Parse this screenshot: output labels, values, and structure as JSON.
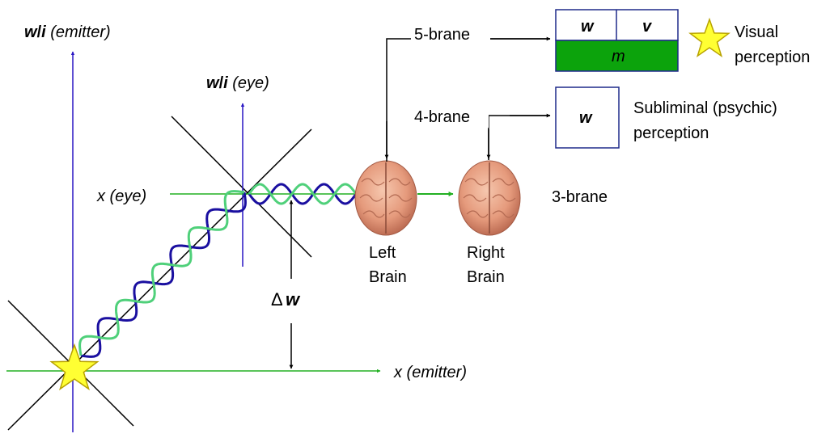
{
  "labels": {
    "w_emitter_w": "w",
    "w_emitter_i": "i",
    "w_emitter_rest": "(emitter)",
    "w_eye_w": "w",
    "w_eye_i": "i",
    "w_eye_rest": "(eye)",
    "x_eye": "x (eye)",
    "x_emitter": "x (emitter)",
    "delta": "Δ",
    "delta_w": "w",
    "brane5": "5-brane",
    "brane4": "4-brane",
    "brane3": "3-brane",
    "left_brain_1": "Left",
    "left_brain_2": "Brain",
    "right_brain_1": "Right",
    "right_brain_2": "Brain",
    "box5_w": "w",
    "box5_v": "v",
    "box5_m": "m",
    "box4_w": "w",
    "visual_1": "Visual",
    "visual_2": "perception",
    "sublim_1": "Subliminal (psychic)",
    "sublim_2": "perception"
  },
  "colors": {
    "axis_blue": "#2a17c4",
    "axis_green": "#22b022",
    "wave_blue": "#1a0fa0",
    "wave_green": "#4fd07a",
    "box_border": "#1f2a8a",
    "box_fill_green": "#0ca30c",
    "star_fill": "#ffff33",
    "star_stroke": "#b8a200",
    "brain": "#e59a7c"
  }
}
